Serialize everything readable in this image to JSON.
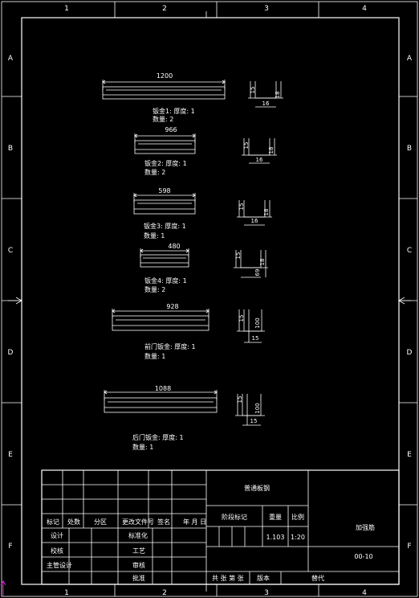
{
  "border": {
    "col_labels": [
      "1",
      "2",
      "3",
      "4"
    ],
    "row_labels": [
      "A",
      "B",
      "C",
      "D",
      "E",
      "F"
    ]
  },
  "parts": [
    {
      "dim": "1200",
      "label": "钣金1: 厚度: 1",
      "qty": "数量: 2",
      "p1": "15",
      "p2": "16",
      "p3": "18"
    },
    {
      "dim": "966",
      "label": "钣金2: 厚度: 1",
      "qty": "数量: 2",
      "p1": "15",
      "p2": "16",
      "p3": "18"
    },
    {
      "dim": "598",
      "label": "钣金3: 厚度: 1",
      "qty": "数量: 1",
      "p1": "15",
      "p2": "16",
      "p3": "18"
    },
    {
      "dim": "480",
      "label": "钣金4: 厚度: 1",
      "qty": "数量: 2",
      "p1": "15",
      "p2": "69",
      "p3": "18"
    },
    {
      "dim": "928",
      "label": "前门钣金: 厚度: 1",
      "qty": "数量: 1",
      "p1": "15",
      "p2": "15",
      "p3": "100"
    },
    {
      "dim": "1088",
      "label": "后门钣金: 厚度: 1",
      "qty": "数量: 1",
      "p1": "15",
      "p2": "15",
      "p3": "100"
    }
  ],
  "title_block": {
    "rev_headers": [
      "标记",
      "处数",
      "分区",
      "更改文件号",
      "签名",
      "年 月 日"
    ],
    "design": "设计",
    "standardize": "标准化",
    "check": "校核",
    "craft": "工艺",
    "chief": "主管设计",
    "review": "审核",
    "approve": "批准",
    "material": "普通板钢",
    "stage_label": "阶段标记",
    "weight_label": "重量",
    "scale_label": "比例",
    "weight": "1.103",
    "scale": "1:20",
    "name": "加强筋",
    "code": "00-10",
    "sheet_info": "共 张 第 张",
    "version": "版本",
    "replace": "替代"
  }
}
